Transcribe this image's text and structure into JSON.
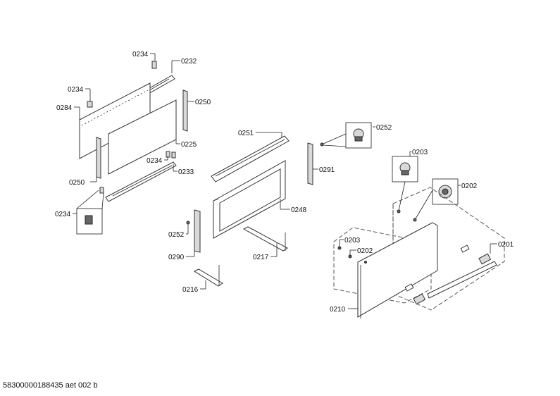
{
  "labels": {
    "l0234a": "0234",
    "l0232": "0232",
    "l0234b": "0234",
    "l0284": "0284",
    "l0250a": "0250",
    "l0225": "0225",
    "l0234c": "0234",
    "l0233": "0233",
    "l0250b": "0250",
    "l0234d": "0234",
    "l0251": "0251",
    "l0252a": "0252",
    "l0291": "0291",
    "l0248": "0248",
    "l0252b": "0252",
    "l0290": "0290",
    "l0217": "0217",
    "l0216": "0216",
    "l0203a": "0203",
    "l0202a": "0202",
    "l0201": "0201",
    "l0203b": "0203",
    "l0202b": "0202",
    "l0210": "0210"
  },
  "footer": {
    "doc_id": "58300000188435 aet 002 b"
  }
}
